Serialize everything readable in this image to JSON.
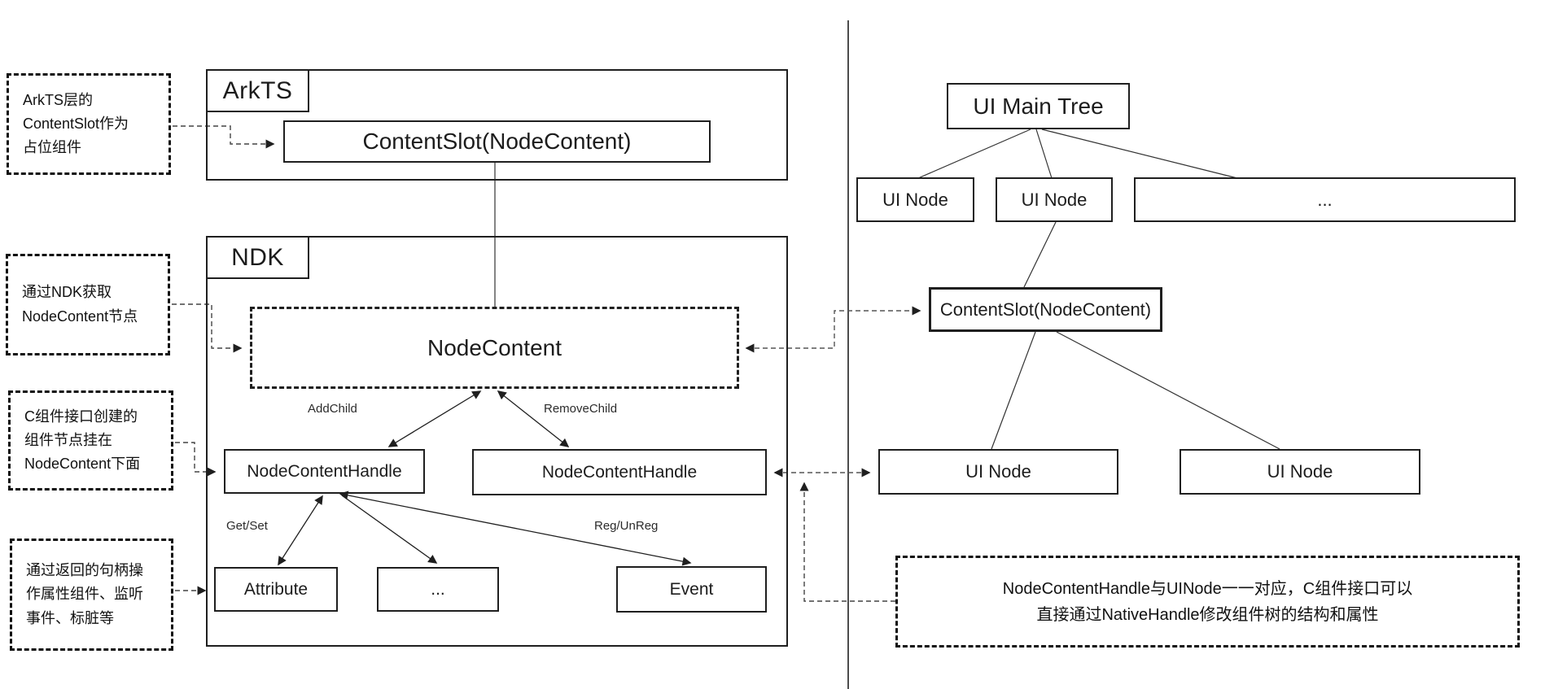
{
  "diagram": {
    "left_panel": {
      "arkts": {
        "label": "ArkTS",
        "content_slot": "ContentSlot(NodeContent)"
      },
      "ndk": {
        "label": "NDK",
        "node_content": "NodeContent",
        "handles": [
          "NodeContentHandle",
          "NodeContentHandle"
        ],
        "children": [
          "Attribute",
          "...",
          "Event"
        ],
        "edge_labels": {
          "add_child": "AddChild",
          "remove_child": "RemoveChild",
          "get_set": "Get/Set",
          "reg_unreg": "Reg/UnReg"
        }
      }
    },
    "right_panel": {
      "ui_main_tree": "UI Main Tree",
      "top_nodes": [
        "UI Node",
        "UI Node",
        "..."
      ],
      "content_slot": "ContentSlot(NodeContent)",
      "bottom_nodes": [
        "UI Node",
        "UI Node"
      ]
    },
    "annotations": {
      "note1": {
        "lines": [
          "ArkTS层的",
          "ContentSlot作为",
          "占位组件"
        ]
      },
      "note2": {
        "lines": [
          "通过NDK获取",
          "NodeContent节点"
        ]
      },
      "note3": {
        "lines": [
          "C组件接口创建的",
          "组件节点挂在",
          "NodeContent下面"
        ]
      },
      "note4": {
        "lines": [
          "通过返回的句柄操",
          "作属性组件、监听",
          "事件、标脏等"
        ]
      },
      "note_bottom": {
        "lines": [
          "NodeContentHandle与UINode一一对应，C组件接口可以",
          "直接通过NativeHandle修改组件树的结构和属性"
        ]
      }
    },
    "colors": {
      "line": "#1f1f1f",
      "dashed_connector": "#444444",
      "background": "#ffffff"
    }
  }
}
